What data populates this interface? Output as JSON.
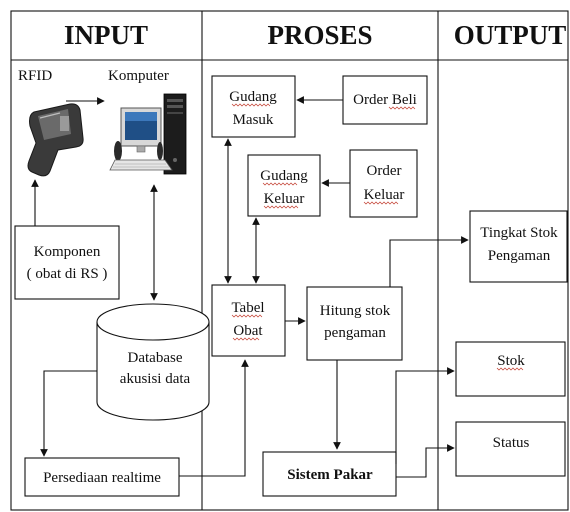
{
  "columns": {
    "input": "INPUT",
    "proses": "PROSES",
    "output": "OUTPUT"
  },
  "input": {
    "rfid_label": "RFID",
    "komputer_label": "Komputer",
    "komponen": [
      "Komponen",
      "( obat di RS )"
    ],
    "database": [
      "Database",
      "akusisi data"
    ],
    "persediaan": "Persediaan realtime"
  },
  "proses": {
    "gudang_masuk": [
      "Gudang",
      "Masuk"
    ],
    "order_beli": "Order Beli",
    "gudang_keluar": [
      "Gudang",
      "Keluar"
    ],
    "order_keluar": [
      "Order",
      "Keluar"
    ],
    "tabel_obat": [
      "Tabel",
      "Obat"
    ],
    "hitung_stok": [
      "Hitung stok",
      "pengaman"
    ],
    "sistem_pakar": "Sistem Pakar"
  },
  "output": {
    "tingkat_stok": [
      "Tingkat Stok",
      "Pengaman"
    ],
    "stok": "Stok",
    "status": "Status"
  }
}
